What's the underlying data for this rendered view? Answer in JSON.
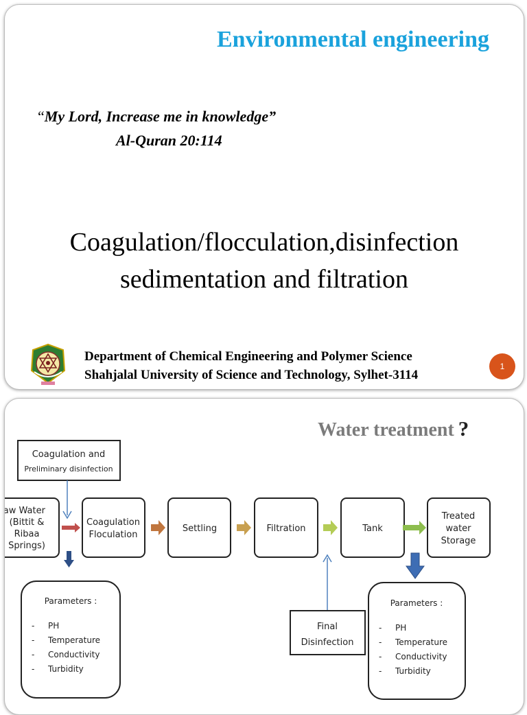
{
  "slide1": {
    "title": "Environmental engineering",
    "quote_open": "“",
    "quote": "My Lord, Increase me in knowledge”",
    "reference": "Al-Quran 20:114",
    "topic_line1": "Coagulation/flocculation,disinfection",
    "topic_line2": "sedimentation and filtration",
    "department": "Department of Chemical Engineering and Polymer Science",
    "university": "Shahjalal University of Science and Technology, Sylhet-3114",
    "page_number": "1"
  },
  "slide2": {
    "title": "Water treatment",
    "title_mark": "?",
    "coag_box": {
      "line1": "Coagulation and",
      "line2": "Preliminary disinfection"
    },
    "raw_water": {
      "line1": "Raw Water",
      "line2": "(Bittit &",
      "line3": "Ribaa",
      "line4": "Springs)"
    },
    "coag_floc": {
      "line1": "Coagulation",
      "line2": "Floculation"
    },
    "settling": "Settling",
    "filtration": "Filtration",
    "tank": "Tank",
    "treated": {
      "line1": "Treated",
      "line2": "water",
      "line3": "Storage"
    },
    "final_disinfection": {
      "line1": "Final",
      "line2": "Disinfection"
    },
    "params_left": {
      "heading": "Parameters :",
      "items": [
        "PH",
        "Temperature",
        "Conductivity",
        "Turbidity"
      ]
    },
    "params_right": {
      "heading": "Parameters :",
      "items": [
        "PH",
        "Temperature",
        "Conductivity",
        "Turbidity"
      ]
    },
    "bullet": "-",
    "colors": {
      "arrow_red": "#c0504d",
      "arrow_orange": "#c0763e",
      "arrow_tan": "#c8a050",
      "arrow_lime": "#b4cc56",
      "arrow_green": "#8dbd4e",
      "arrow_blue": "#3e6db4",
      "line_blue": "#4f81bd"
    }
  }
}
